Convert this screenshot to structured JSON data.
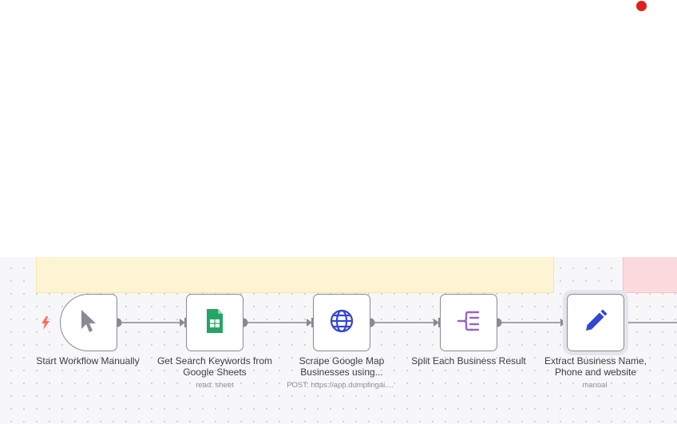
{
  "workflow": {
    "nodes": [
      {
        "id": "start",
        "label": "Start Workflow Manually",
        "subtitle": "",
        "icon": "cursor-icon"
      },
      {
        "id": "sheets",
        "label": "Get Search Keywords from Google Sheets",
        "subtitle": "read: sheet",
        "icon": "google-sheets-icon"
      },
      {
        "id": "http",
        "label": "Scrape Google Map Businesses using...",
        "subtitle": "POST: https://app.dumplingai....",
        "icon": "globe-icon"
      },
      {
        "id": "split",
        "label": "Split Each Business Result",
        "subtitle": "",
        "icon": "split-icon"
      },
      {
        "id": "extract",
        "label": "Extract Business Name, Phone and website",
        "subtitle": "manual",
        "icon": "pencil-icon"
      }
    ],
    "colors": {
      "accent_trigger": "#ff6d5a",
      "sheets_green": "#23a566",
      "globe_blue": "#3346d3",
      "split_purple": "#9b63c9",
      "pencil_blue": "#3346d3",
      "sticky_yellow": "#fdf4d3",
      "sticky_red": "#fcdadd",
      "record_dot": "#e0201b"
    }
  }
}
